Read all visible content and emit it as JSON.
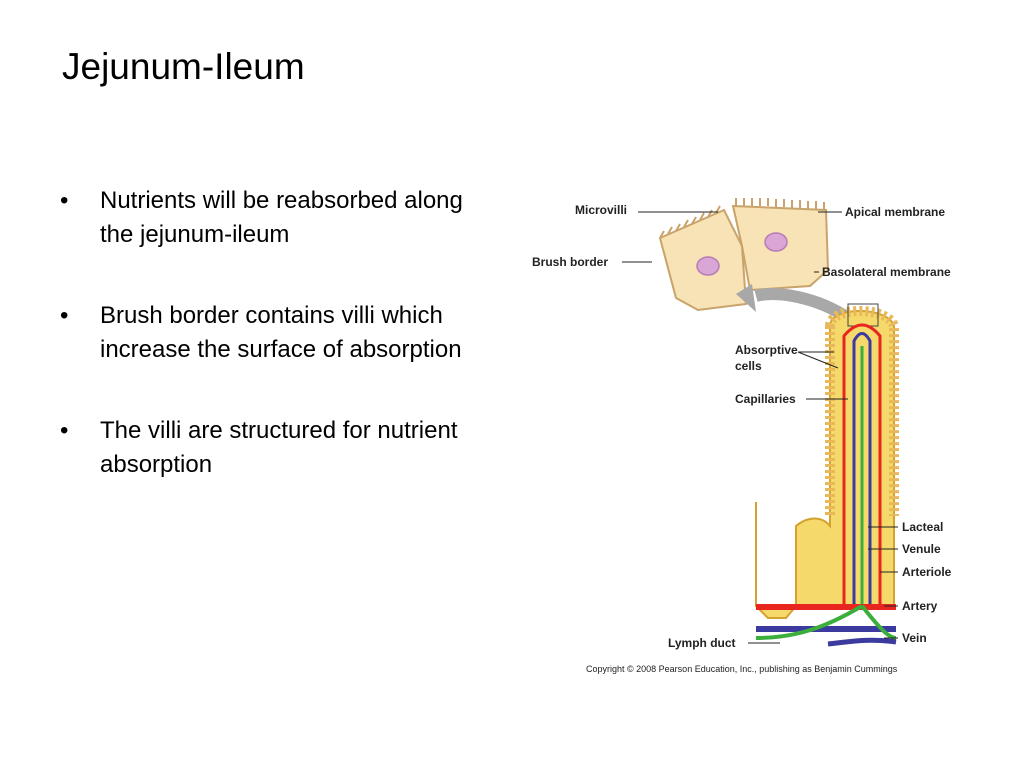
{
  "slide": {
    "title": "Jejunum-Ileum",
    "bullets": [
      "Nutrients will be reabsorbed along the jejunum-ileum",
      "Brush border contains villi which increase the surface of absorption",
      "The villi are structured for nutrient absorption"
    ],
    "bullet_symbol": "•"
  },
  "figure": {
    "labels": {
      "microvilli": "Microvilli",
      "apical_membrane": "Apical membrane",
      "brush_border": "Brush border",
      "basolateral_membrane": "Basolateral membrane",
      "absorptive_cells_1": "Absorptive",
      "absorptive_cells_2": "cells",
      "capillaries": "Capillaries",
      "lacteal": "Lacteal",
      "venule": "Venule",
      "arteriole": "Arteriole",
      "artery": "Artery",
      "lymph_duct": "Lymph duct",
      "vein": "Vein"
    },
    "copyright": "Copyright © 2008 Pearson Education, Inc., publishing as Benjamin Cummings",
    "colors": {
      "cell_fill": "#f7e3b5",
      "cell_stroke": "#c9a36a",
      "nucleus": "#d9a6d6",
      "villus_tissue": "#f6d96b",
      "artery": "#e8261f",
      "vein": "#3b3a9e",
      "lymph": "#3cae3c",
      "arrow": "#a8a8a8"
    }
  }
}
